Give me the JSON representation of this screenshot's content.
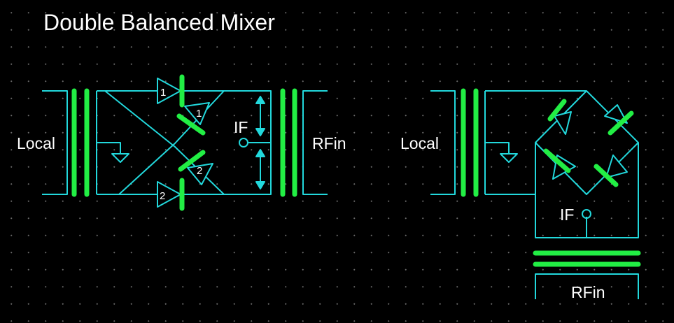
{
  "title": "Double Balanced Mixer",
  "left_circuit": {
    "local_label": "Local",
    "rf_label": "RFin",
    "if_label": "IF",
    "diodes": [
      {
        "id": "d1a",
        "number": "1"
      },
      {
        "id": "d1b",
        "number": "1"
      },
      {
        "id": "d2a",
        "number": "2"
      },
      {
        "id": "d2b",
        "number": "2"
      }
    ]
  },
  "right_circuit": {
    "local_label": "Local",
    "rf_label": "RFin",
    "if_label": "IF"
  },
  "colors": {
    "background": "#000000",
    "wire": "#22d8dc",
    "transformer": "#22ee44",
    "text": "#ffffff",
    "grid_dot": "#6a6a6a"
  }
}
